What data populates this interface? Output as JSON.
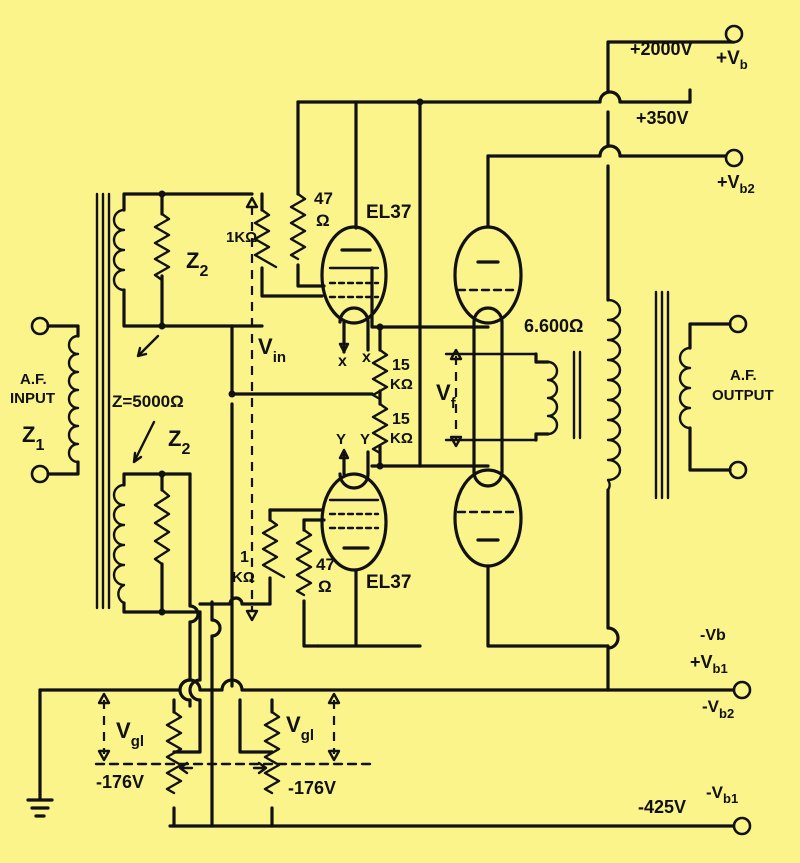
{
  "supply": {
    "v2000": "+2000V",
    "vb": "+V",
    "vb_sub": "b",
    "v350": "+350V",
    "vb2": "+V",
    "vb2_sub": "b2",
    "neg_vb": "-Vb",
    "vb1_pos": "+V",
    "vb1_pos_sub": "b1",
    "neg_vb2": "-V",
    "neg_vb2_sub": "b2",
    "v425": "-425V",
    "neg_vb1": "-V",
    "neg_vb1_sub": "b1"
  },
  "input": {
    "af_line1": "A.F.",
    "af_line2": "INPUT",
    "z1": "Z",
    "z1_sub": "1",
    "z5000": "Z=5000Ω",
    "z2_top": "Z",
    "z2_top_sub": "2",
    "z2_bot": "Z",
    "z2_bot_sub": "2"
  },
  "tubes": {
    "upper_name": "EL37",
    "lower_name": "EL37",
    "r_upper_grid": "1KΩ",
    "r_upper_screen_val": "47",
    "r_upper_screen_unit": "Ω",
    "r_lower_grid_val": "1",
    "r_lower_grid_unit": "KΩ",
    "r_lower_screen_val": "47",
    "r_lower_screen_unit": "Ω",
    "vin": "V",
    "vin_sub": "in",
    "x1": "x",
    "x2": "x",
    "y1": "Y",
    "y2": "Y",
    "r15_top_val": "15",
    "r15_top_unit": "KΩ",
    "r15_bot_val": "15",
    "r15_bot_unit": "KΩ"
  },
  "rectifier": {
    "ohms": "6.600Ω",
    "vf": "V",
    "vf_sub": "f"
  },
  "output": {
    "af_line1": "A.F.",
    "af_line2": "OUTPUT"
  },
  "bias": {
    "vg1_left": "V",
    "vg1_left_sub": "gl",
    "vg1_right": "V",
    "vg1_right_sub": "gl",
    "v176_left": "-176V",
    "v176_right": "-176V"
  }
}
